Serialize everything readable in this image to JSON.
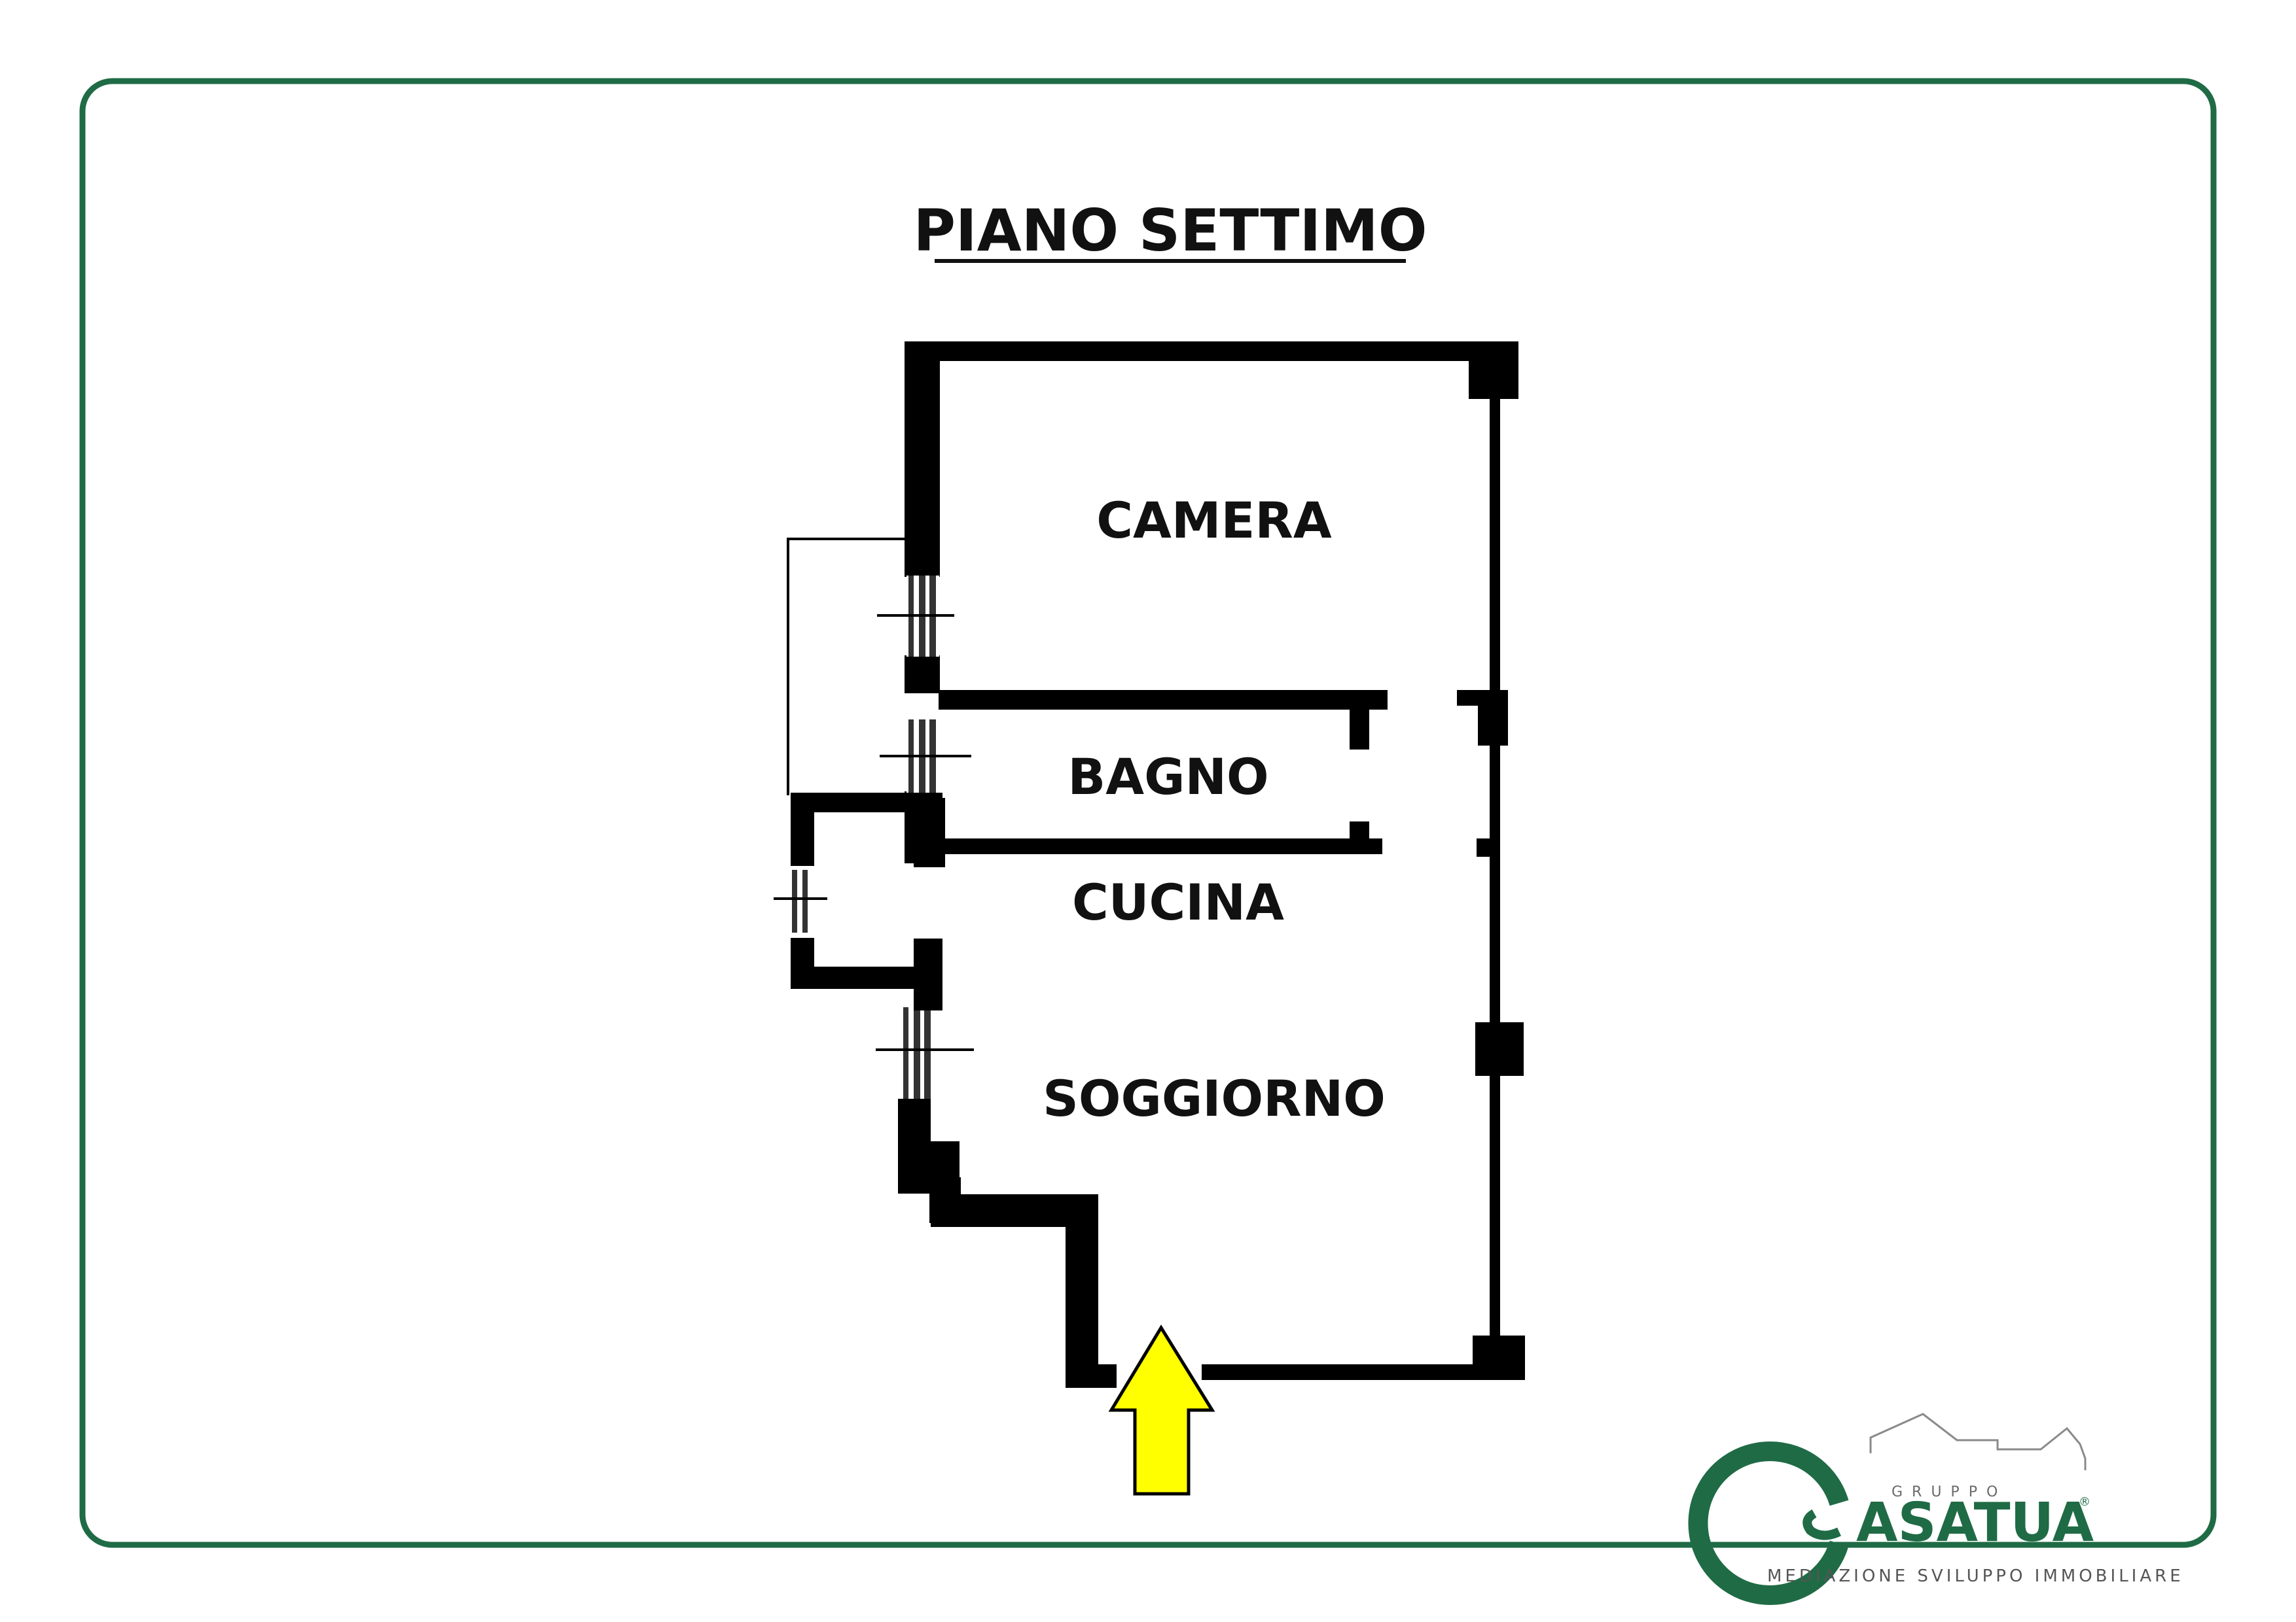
{
  "title": "PIANO SETTIMO",
  "rooms": {
    "camera": "CAMERA",
    "bagno": "BAGNO",
    "cucina": "CUCINA",
    "soggiorno": "SOGGIORNO"
  },
  "logo": {
    "group_word": "GRUPPO",
    "brand": "ASATUA",
    "brand_initial": "C",
    "registered": "®",
    "tagline": "MEDIAZIONE SVILUPPO IMMOBILIARE"
  },
  "colors": {
    "frame": "#1f6b45",
    "walls": "#000000",
    "entrance_arrow": "#ffff00",
    "brand_green": "#1f6b45"
  },
  "icons": {
    "entrance": "entrance-arrow-icon",
    "logo": "casatua-logo-icon"
  }
}
